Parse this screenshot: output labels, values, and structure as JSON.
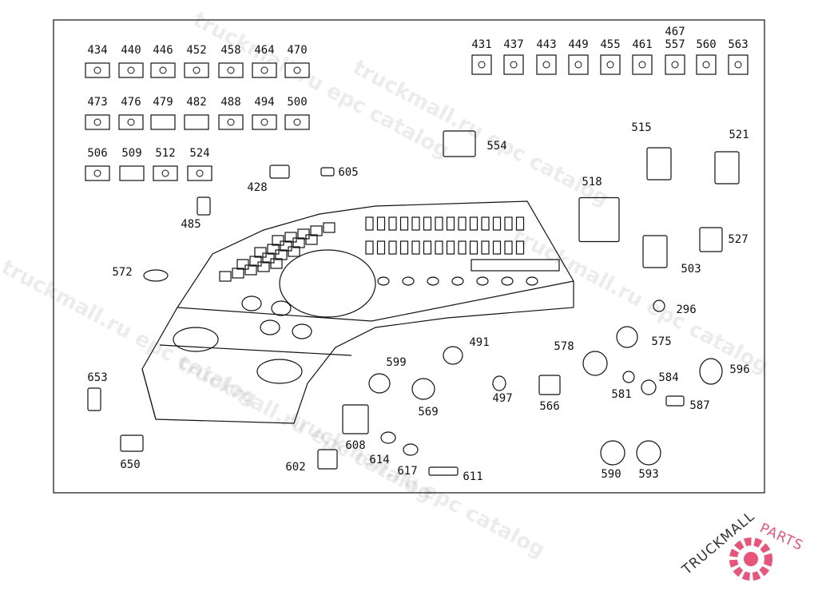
{
  "diagram": {
    "part_labels": [
      "434",
      "440",
      "446",
      "452",
      "458",
      "464",
      "470",
      "473",
      "476",
      "479",
      "482",
      "488",
      "494",
      "500",
      "506",
      "509",
      "512",
      "524",
      "431",
      "437",
      "443",
      "449",
      "455",
      "461",
      "467",
      "557",
      "560",
      "563",
      "554",
      "605",
      "428",
      "485",
      "515",
      "521",
      "518",
      "527",
      "503",
      "572",
      "296",
      "575",
      "491",
      "578",
      "599",
      "596",
      "584",
      "653",
      "581",
      "497",
      "566",
      "569",
      "587",
      "608",
      "614",
      "650",
      "617",
      "602",
      "611",
      "590",
      "593"
    ],
    "icon_symbols": [
      "battery-icon",
      "headlight-icon",
      "parking-brake-icon",
      "rear-defrost-icon",
      "turn-signal-icon",
      "hazard-icon",
      "fuel-icon",
      "brake-warning-icon",
      "oil-icon",
      "blank-icon",
      "blank-icon",
      "wiper-icon",
      "compressor-icon",
      "dots-icon",
      "warning-triangle-icon",
      "blank-icon",
      "abs-icon",
      "heater-icon",
      "interior-light-icon",
      "cab-light-icon",
      "warning-triangle-icon",
      "fan-icon",
      "seat-heater-icon",
      "mirror-heat-icon",
      "light-indicator-icon",
      "brake-indicator-icon",
      "fog-light-icon"
    ]
  },
  "watermark": {
    "text": "truckmall.ru epc catalog"
  },
  "logo": {
    "text_a": "TRUCKMALL",
    "text_b": "PARTS",
    "accent": "#e8547a"
  }
}
